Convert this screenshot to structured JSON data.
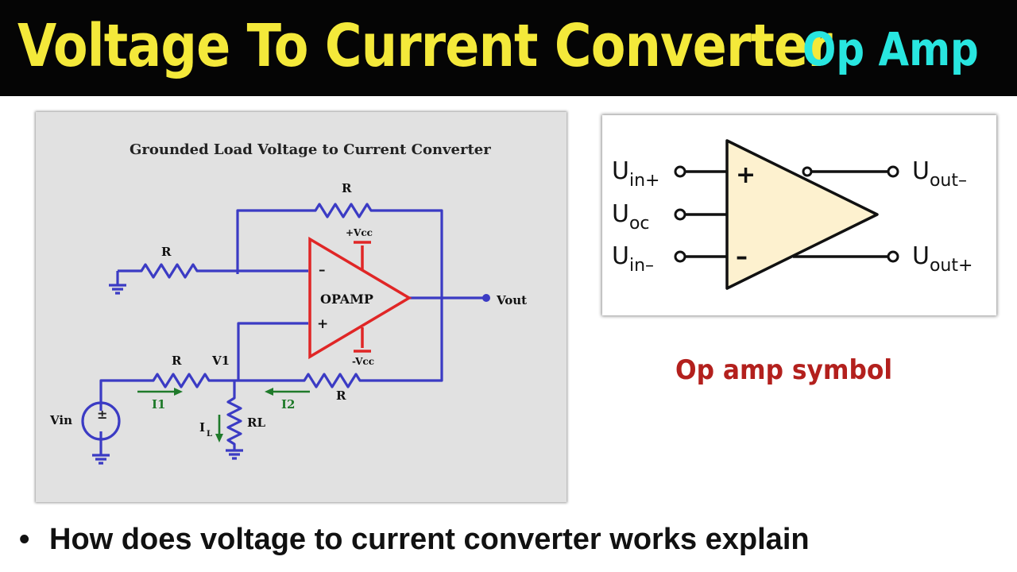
{
  "header": {
    "title": "Voltage To Current Converter",
    "subtitle": "Op Amp",
    "title_color": "#f4e93a",
    "subtitle_color": "#28e6e0",
    "background": "#050505"
  },
  "circuit_diagram": {
    "title": "Grounded Load Voltage to Current Converter",
    "opamp_label": "OPAMP",
    "plus_vcc": "+Vcc",
    "minus_vcc": "-Vcc",
    "feedback_resistor": "R",
    "input_resistor": "R",
    "vin_resistor": "R",
    "bottom_resistor": "R",
    "load_resistor": "RL",
    "node_label": "V1",
    "output_label": "Vout",
    "source_label": "Vin",
    "inverting_sign": "–",
    "noninverting_sign": "+",
    "current_i1": "I1",
    "current_i2": "I2",
    "current_il": "I",
    "current_il_sub": "L",
    "wire_color": "#3b3bc4",
    "opamp_color": "#e02626",
    "current_color": "#1f7a2a"
  },
  "symbol_diagram": {
    "in_plus": {
      "main": "U",
      "sub": "in+"
    },
    "oc": {
      "main": "U",
      "sub": "oc"
    },
    "in_minus": {
      "main": "U",
      "sub": "in–"
    },
    "out_minus": {
      "main": "U",
      "sub": "out–"
    },
    "out_plus": {
      "main": "U",
      "sub": "out+"
    },
    "plus_sign": "+",
    "minus_sign": "–",
    "triangle_fill": "#fdf1cf"
  },
  "caption": "Op amp symbol",
  "bullet": {
    "symbol": "•",
    "text": "How does voltage to current converter works explain"
  }
}
